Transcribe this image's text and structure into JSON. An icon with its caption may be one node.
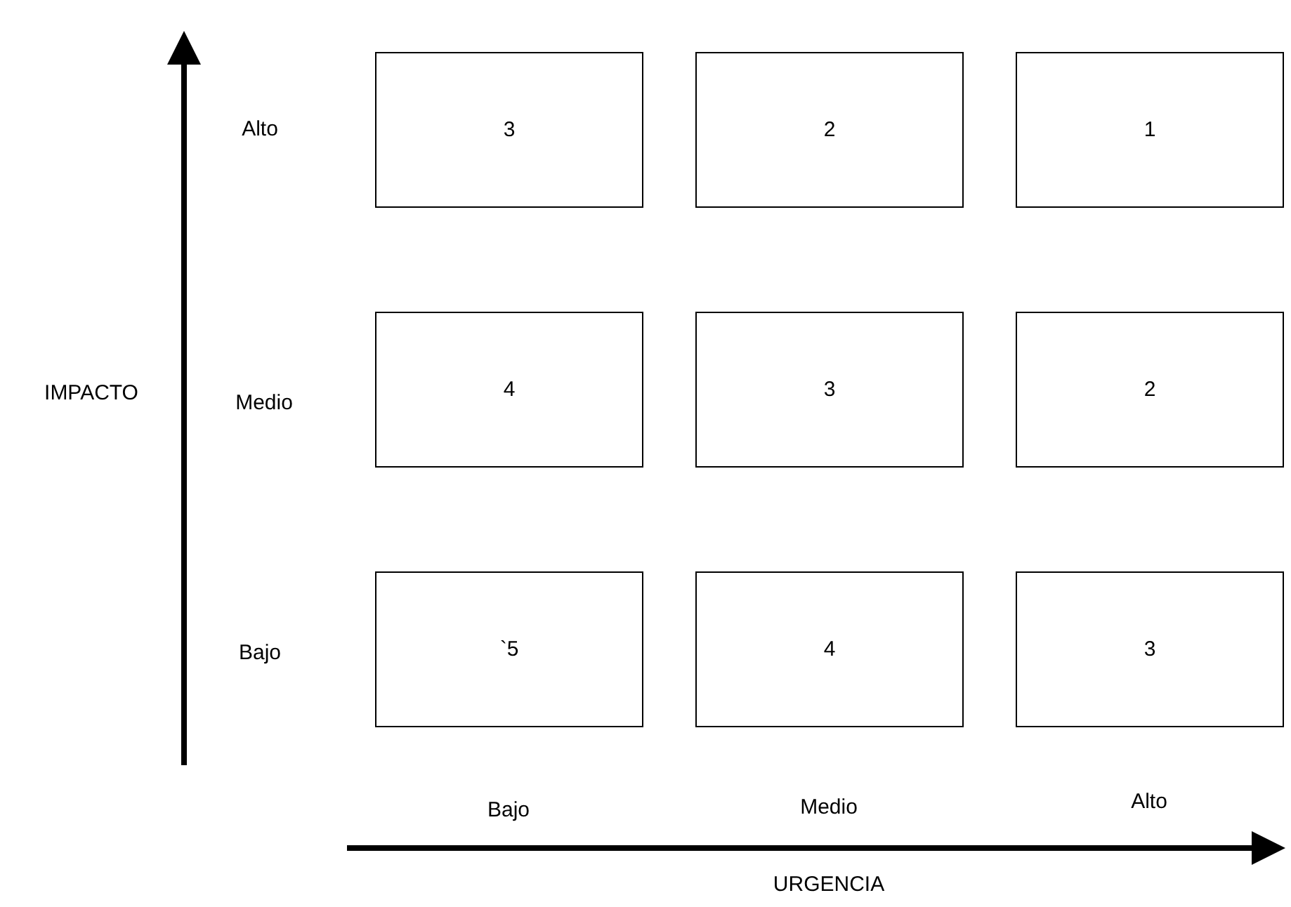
{
  "diagram": {
    "nodes": [
      {
        "text": [
          "3"
        ]
      },
      {
        "text": [
          "2"
        ]
      },
      {
        "text": [
          "1"
        ]
      },
      {
        "text": [
          "4"
        ]
      },
      {
        "text": [
          "3"
        ]
      },
      {
        "text": [
          "2"
        ]
      },
      {
        "text": [
          "`5"
        ]
      },
      {
        "text": [
          "4"
        ]
      },
      {
        "text": [
          "3"
        ]
      }
    ],
    "labels": [
      "Alto",
      "IMPACTO",
      "Medio",
      "Bajo",
      "Bajo",
      "Medio",
      "Alto",
      "URGENCIA"
    ]
  }
}
